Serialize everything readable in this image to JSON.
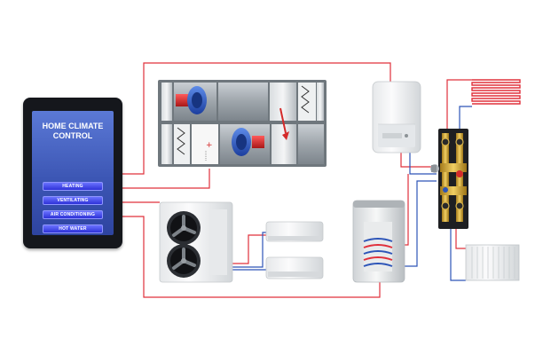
{
  "tablet": {
    "title": "HOME CLIMATE CONTROL",
    "buttons": [
      {
        "label": "HEATING"
      },
      {
        "label": "VENTILATING"
      },
      {
        "label": "AIR CONDITIONING"
      },
      {
        "label": "HOT WATER"
      }
    ]
  },
  "colors": {
    "hot_line": "#e0303b",
    "cold_line": "#2d55b8",
    "tablet_screen": "#4466c8",
    "button": "#3a3ee0"
  },
  "icons": [
    "tablet-icon",
    "ventilation-unit-icon",
    "gas-boiler-icon",
    "outdoor-ac-unit-icon",
    "indoor-ac-unit-icon",
    "water-heater-tank-icon",
    "hydraulic-manifold-icon",
    "underfloor-heating-coil-icon",
    "radiator-icon",
    "fan-icon"
  ]
}
